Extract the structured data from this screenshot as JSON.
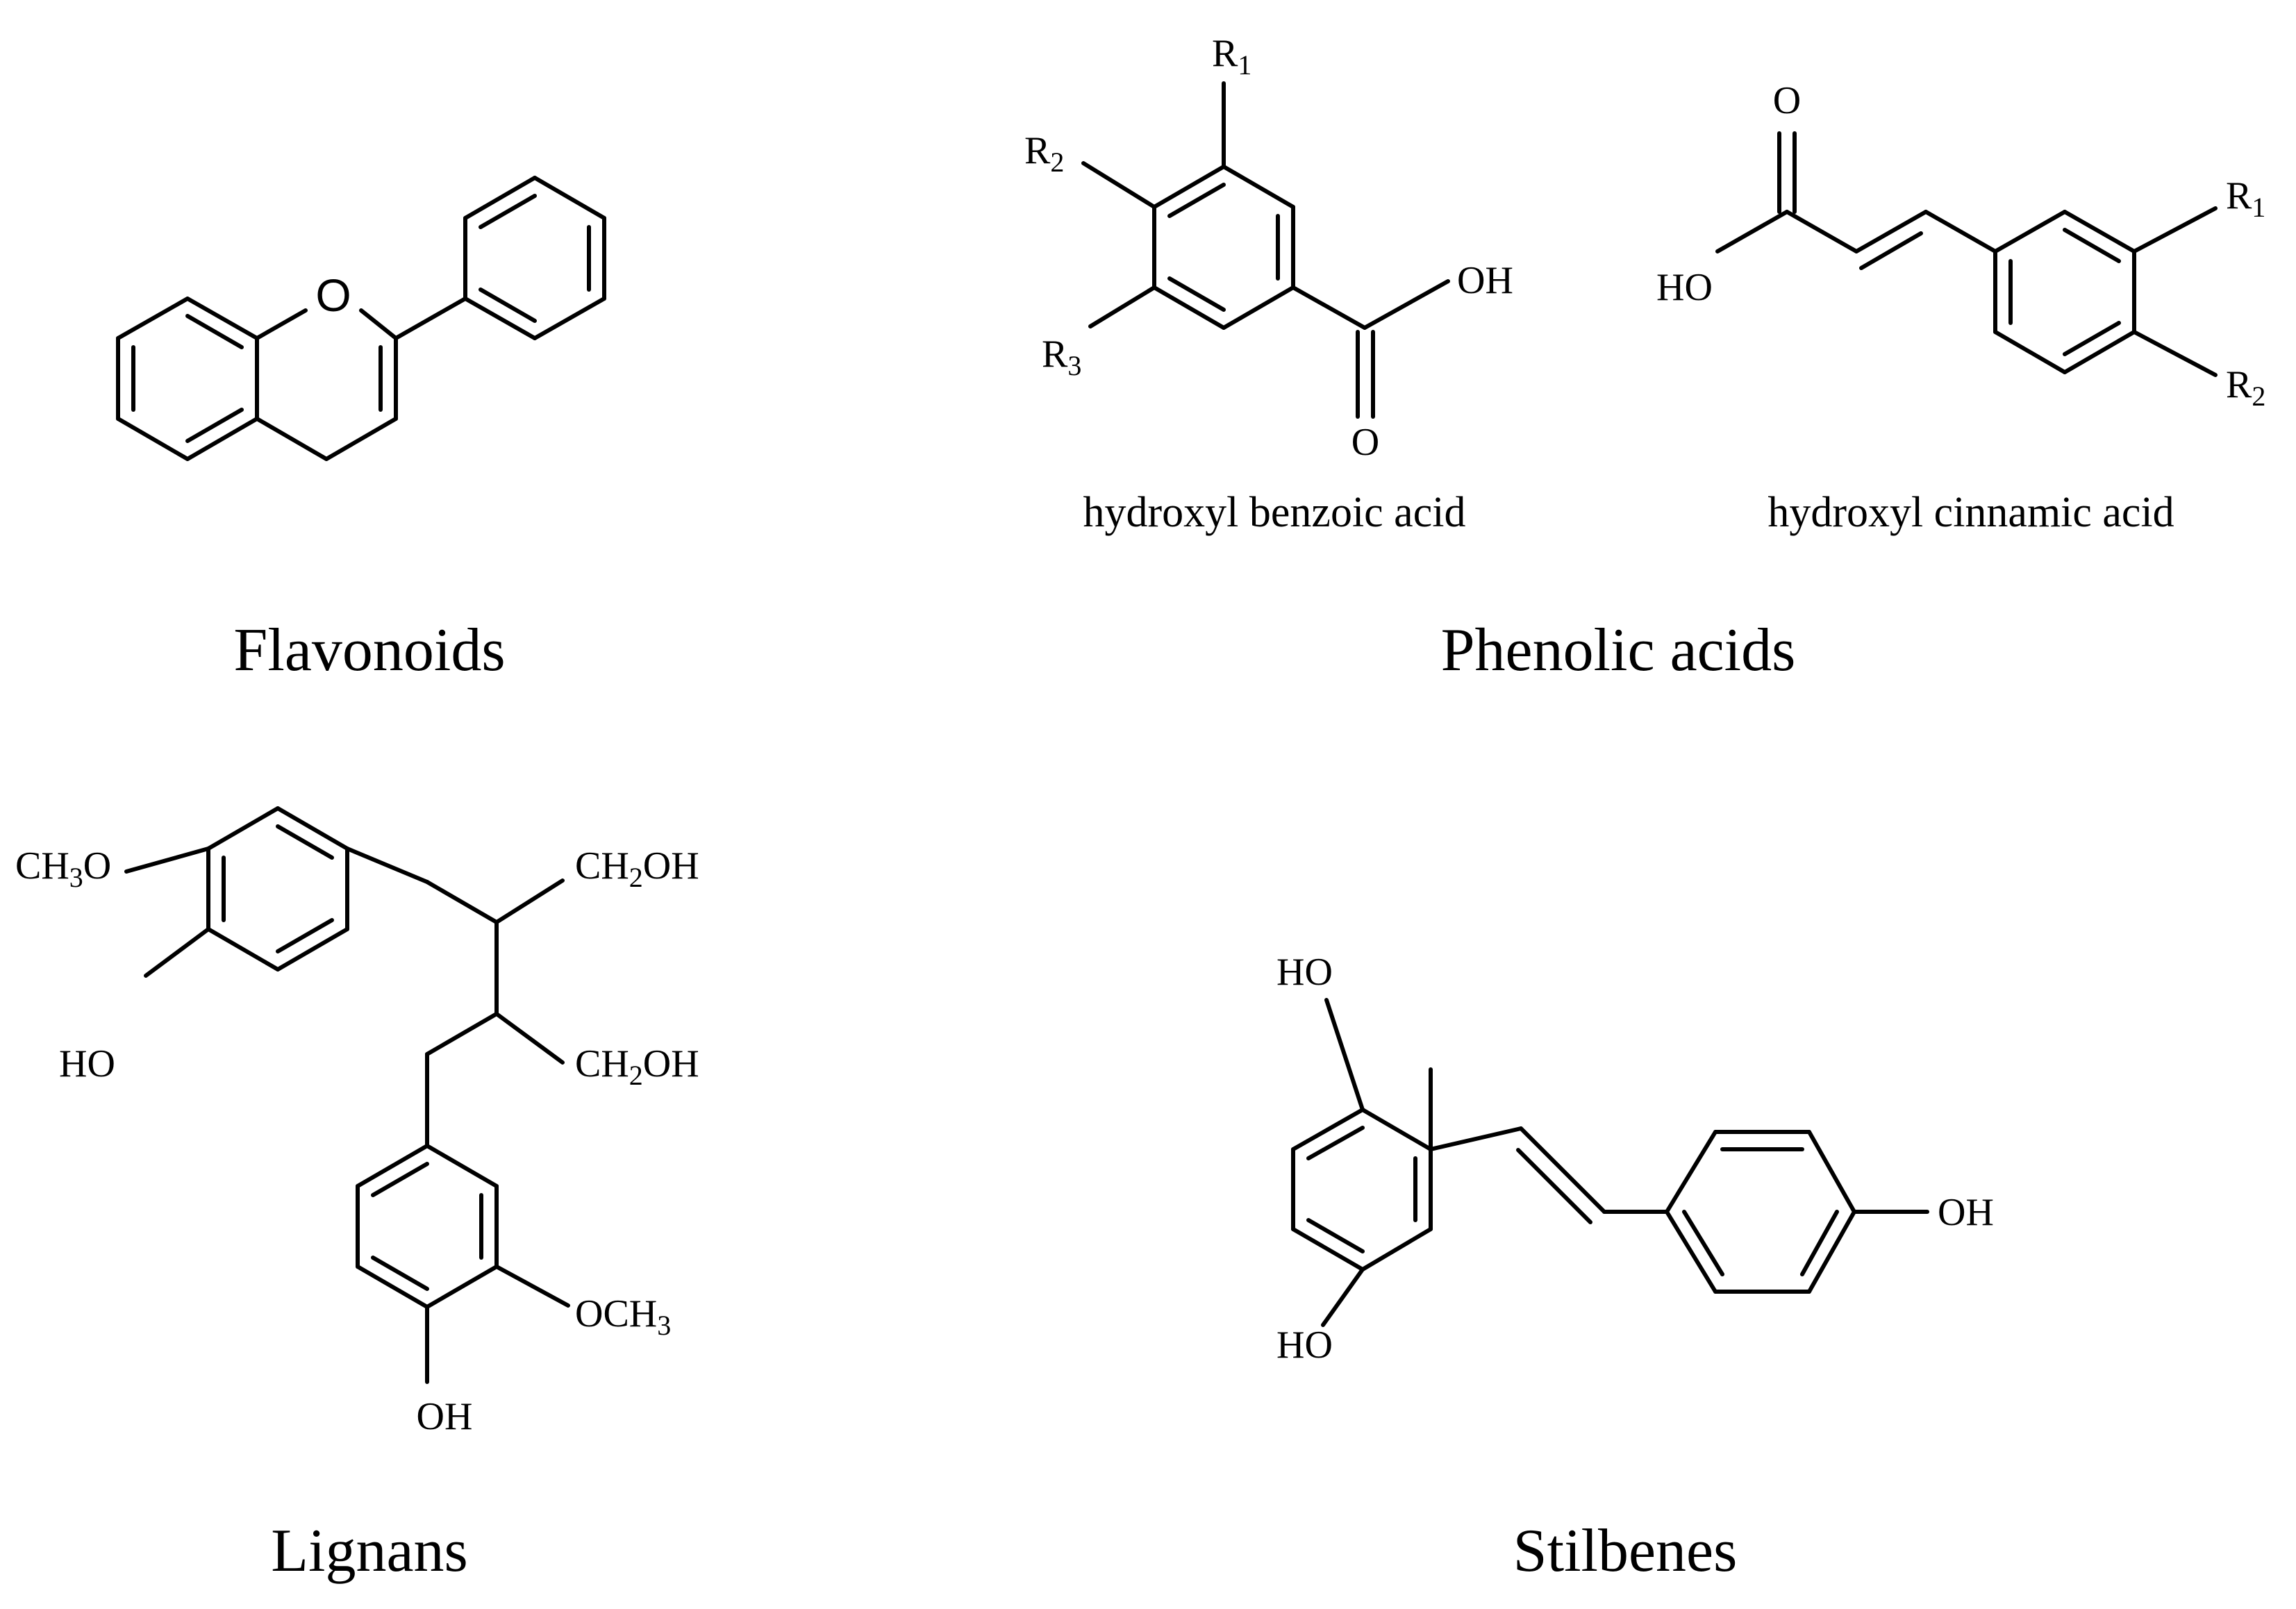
{
  "panels": {
    "flavonoids": {
      "title": "Flavonoids",
      "ring_oxygen": "O"
    },
    "phenolic_acids": {
      "title": "Phenolic acids",
      "benzoic": {
        "caption": "hydroxyl benzoic acid",
        "r1": "R",
        "r1_sub": "1",
        "r2": "R",
        "r2_sub": "2",
        "r3": "R",
        "r3_sub": "3",
        "oh": "OH",
        "o": "O"
      },
      "cinnamic": {
        "caption": "hydroxyl cinnamic acid",
        "o": "O",
        "ho": "HO",
        "r1": "R",
        "r1_sub": "1",
        "r2": "R",
        "r2_sub": "2"
      }
    },
    "lignans": {
      "title": "Lignans",
      "och3_top_a": "CH",
      "och3_top_sub": "3",
      "och3_top_b": "O",
      "ho": "HO",
      "ch2oh_1_a": "CH",
      "ch2oh_1_sub": "2",
      "ch2oh_1_b": "OH",
      "ch2oh_2_a": "CH",
      "ch2oh_2_sub": "2",
      "ch2oh_2_b": "OH",
      "och3_bottom_a": "OCH",
      "och3_bottom_sub": "3",
      "oh": "OH"
    },
    "stilbenes": {
      "title": "Stilbenes",
      "ho_top": "HO",
      "ho_bottom": "HO",
      "oh": "OH"
    }
  }
}
